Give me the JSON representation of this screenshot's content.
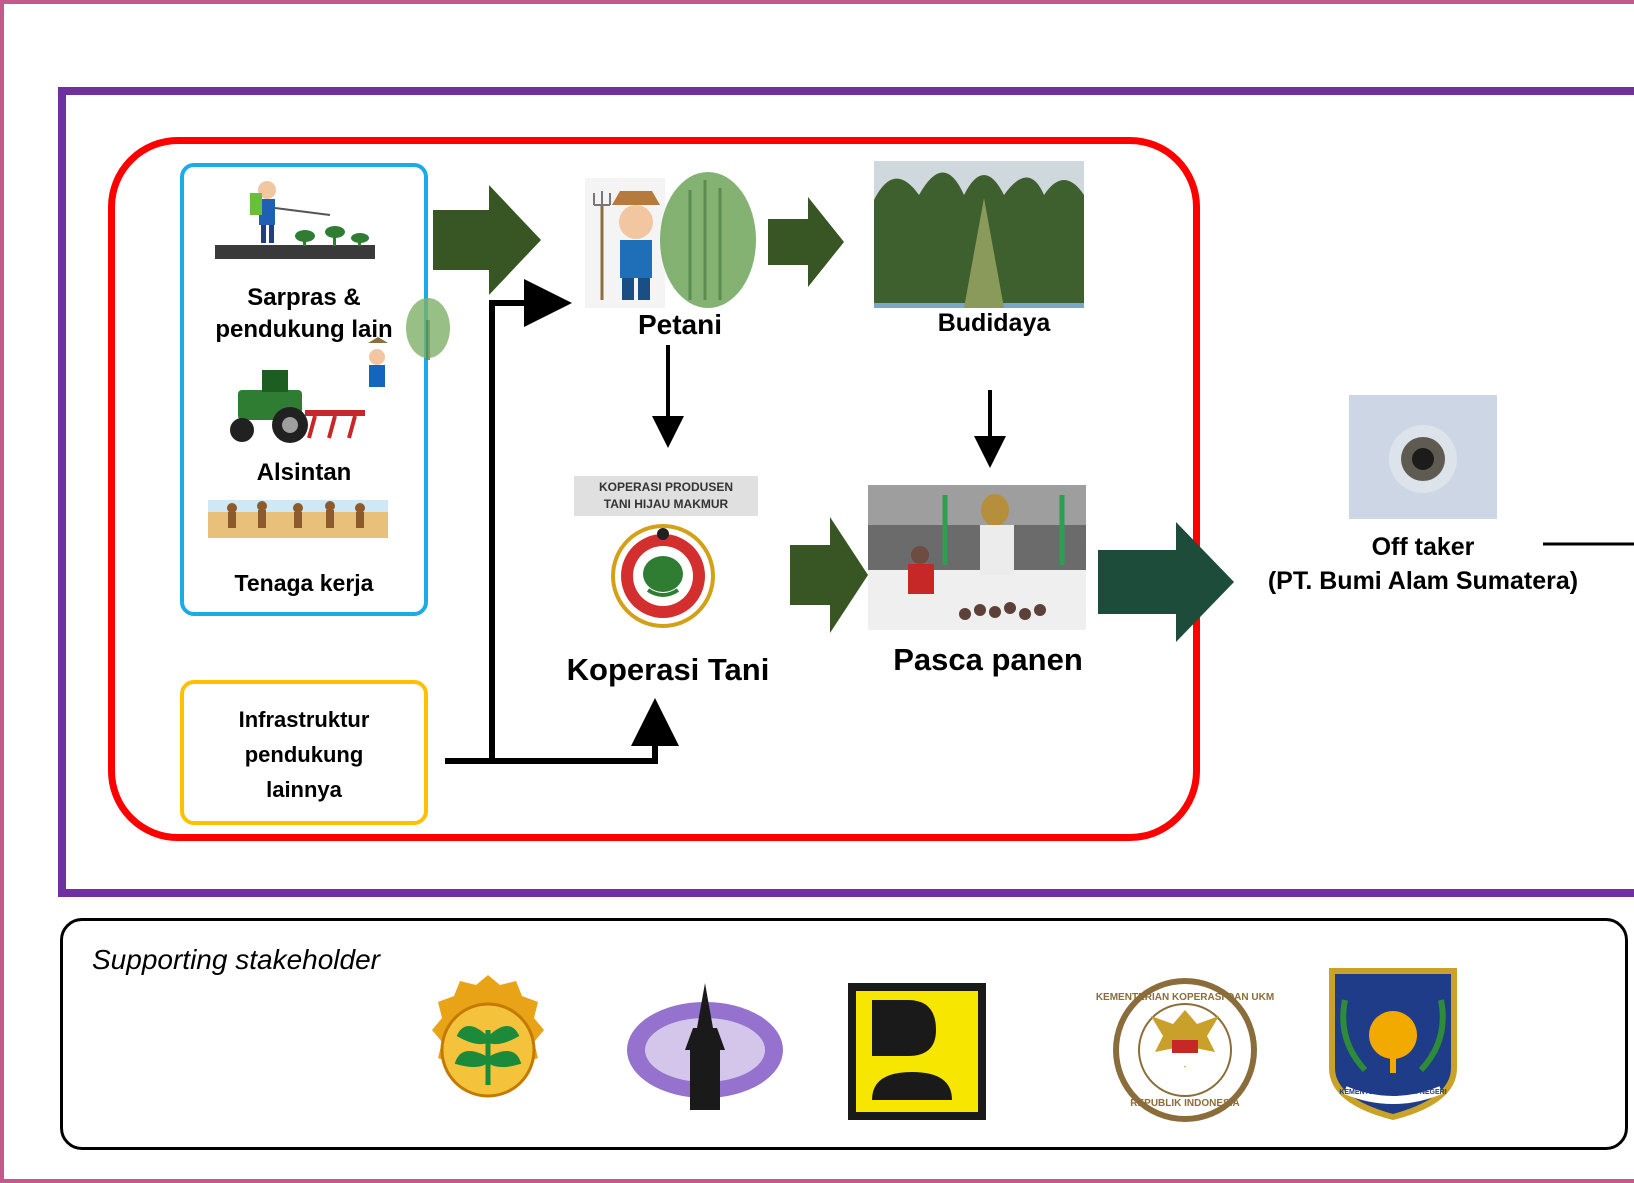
{
  "inputs": {
    "sarpras_line1": "Sarpras &",
    "sarpras_line2": "pendukung lain",
    "alsintan": "Alsintan",
    "tenaga_kerja": "Tenaga kerja",
    "infra_line1": "Infrastruktur",
    "infra_line2": "pendukung",
    "infra_line3": "lainnya"
  },
  "nodes": {
    "petani": "Petani",
    "budidaya": "Budidaya",
    "koperasi_banner_line1": "KOPERASI PRODUSEN",
    "koperasi_banner_line2": "TANI HIJAU MAKMUR",
    "koperasi": "Koperasi Tani",
    "pasca_panen": "Pasca panen",
    "offtaker_line1": "Off taker",
    "offtaker_line2": "(PT. Bumi Alam Sumatera)"
  },
  "support": {
    "title": "Supporting stakeholder",
    "kemenkop_arc_top": "KEMENTERIAN KOPERASI DAN UKM",
    "kemenkop_arc_bottom": "REPUBLIK INDONESIA",
    "kemendagri_ribbon": "KEMENTERIAN DALAM NEGERI",
    "logos": [
      "kementan-logo",
      "provincial-logo",
      "pupr-logo",
      "kemenkop-ukm-logo",
      "kemendagri-logo"
    ]
  },
  "colors": {
    "outer_border": "#c45a8a",
    "purple_border": "#7030a0",
    "red_border": "#ff0000",
    "blue_border": "#1aabe8",
    "yellow_border": "#ffc000",
    "flow_arrow": "#375623",
    "offtaker_arrow": "#1d4d3a"
  }
}
